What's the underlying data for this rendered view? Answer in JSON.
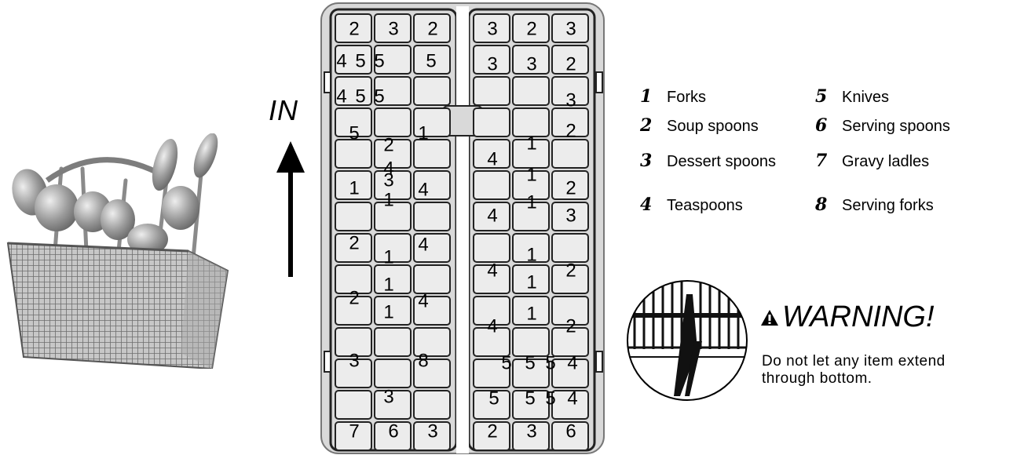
{
  "direction_label": "IN",
  "rack_cells": {
    "left": [
      "2",
      "3",
      "2",
      "4",
      "5",
      "5",
      "5",
      "4",
      "5",
      "5",
      "5",
      "2",
      "1",
      "4",
      "1",
      "3",
      "1",
      "4",
      "2",
      "1",
      "4",
      "1",
      "2",
      "1",
      "4",
      "3",
      "8",
      "3",
      "7",
      "6",
      "3"
    ],
    "right": [
      "3",
      "2",
      "3",
      "3",
      "3",
      "2",
      "3",
      "2",
      "1",
      "4",
      "1",
      "2",
      "4",
      "1",
      "3",
      "1",
      "4",
      "2",
      "1",
      "4",
      "1",
      "2",
      "5",
      "5",
      "5",
      "4",
      "5",
      "5",
      "5",
      "4",
      "2",
      "3",
      "6"
    ]
  },
  "legend": [
    {
      "num": "1",
      "label": "Forks"
    },
    {
      "num": "2",
      "label": "Soup spoons"
    },
    {
      "num": "3",
      "label": "Dessert spoons"
    },
    {
      "num": "4",
      "label": "Teaspoons"
    },
    {
      "num": "5",
      "label": "Knives"
    },
    {
      "num": "6",
      "label": "Serving spoons"
    },
    {
      "num": "7",
      "label": "Gravy ladles"
    },
    {
      "num": "8",
      "label": "Serving forks"
    }
  ],
  "warning": {
    "title": "WARNING!",
    "text": "Do not let any item extend through bottom."
  },
  "colors": {
    "rack_fill": "#d9d9d9",
    "rack_stroke": "#222222",
    "basket_gray": "#9a9a9a"
  }
}
